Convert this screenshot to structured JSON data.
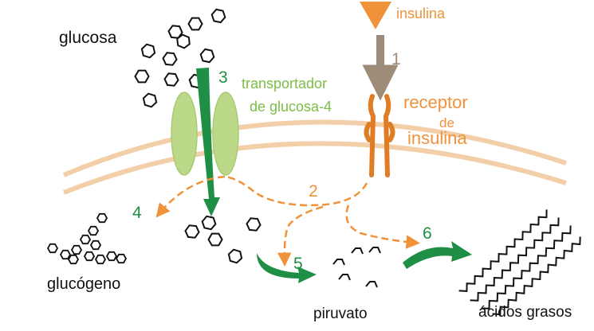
{
  "labels": {
    "glucose": "glucosa",
    "insulin": "insulina",
    "transporter_line1": "transportador",
    "transporter_line2": "de glucosa-4",
    "receptor_line1": "receptor",
    "receptor_line2": "de",
    "receptor_line3": "insulina",
    "glycogen": "glucógeno",
    "pyruvate": "piruvato",
    "fatty_acids": "ácidos grasos"
  },
  "steps": [
    "1",
    "2",
    "3",
    "4",
    "5",
    "6"
  ],
  "colors": {
    "orange": "#f0923a",
    "orange_dark": "#e07d24",
    "green": "#1e8f45",
    "light_green": "#7cbd45",
    "gray_brown": "#9e8b78",
    "membrane": "#f3cfa9",
    "transporter_fill": "#bcd98a",
    "text": "#111111"
  }
}
